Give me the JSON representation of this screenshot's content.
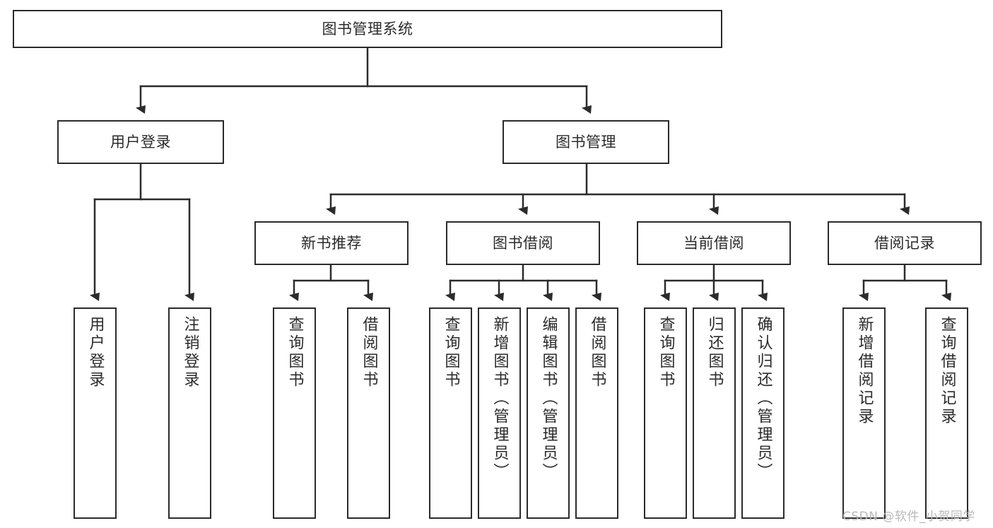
{
  "diagram": {
    "title": "图书管理系统",
    "type": "tree",
    "background_color": "#ffffff",
    "line_color": "#2b2b2b",
    "text_color": "#2b2b2b",
    "nodes": {
      "root": {
        "label": "图书管理系统"
      },
      "level2": [
        {
          "id": "user-login",
          "label": "用户登录"
        },
        {
          "id": "book-manage",
          "label": "图书管理"
        }
      ],
      "level3": [
        {
          "id": "new-book-recommend",
          "label": "新书推荐"
        },
        {
          "id": "book-borrow",
          "label": "图书借阅"
        },
        {
          "id": "current-borrow",
          "label": "当前借阅"
        },
        {
          "id": "borrow-record",
          "label": "借阅记录"
        }
      ],
      "leaves": [
        {
          "id": "leaf-user-login",
          "label": "用户登录",
          "parent": "user-login"
        },
        {
          "id": "leaf-logout-login",
          "label": "注销登录",
          "parent": "user-login"
        },
        {
          "id": "leaf-query-book-1",
          "label": "查询图书",
          "parent": "new-book-recommend"
        },
        {
          "id": "leaf-borrow-book-1",
          "label": "借阅图书",
          "parent": "new-book-recommend"
        },
        {
          "id": "leaf-query-book-2",
          "label": "查询图书",
          "parent": "book-borrow"
        },
        {
          "id": "leaf-add-book",
          "label": "新增图书（管理员）",
          "parent": "book-borrow"
        },
        {
          "id": "leaf-edit-book",
          "label": "编辑图书（管理员）",
          "parent": "book-borrow"
        },
        {
          "id": "leaf-borrow-book-2",
          "label": "借阅图书",
          "parent": "book-borrow"
        },
        {
          "id": "leaf-query-book-3",
          "label": "查询图书",
          "parent": "current-borrow"
        },
        {
          "id": "leaf-return-book",
          "label": "归还图书",
          "parent": "current-borrow"
        },
        {
          "id": "leaf-confirm-return",
          "label": "确认归还（管理员）",
          "parent": "current-borrow"
        },
        {
          "id": "leaf-add-record",
          "label": "新增借阅记录",
          "parent": "borrow-record"
        },
        {
          "id": "leaf-query-record",
          "label": "查询借阅记录",
          "parent": "borrow-record"
        }
      ]
    }
  },
  "watermark": {
    "text": "CSDN @软件_小贺同学"
  }
}
